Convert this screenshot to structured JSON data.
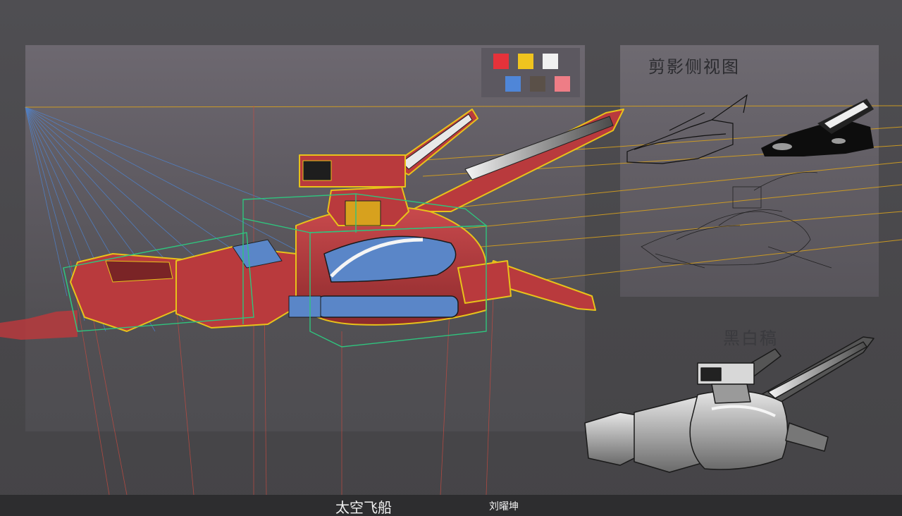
{
  "labels": {
    "silhouette_side_view": "剪影侧视图",
    "black_white_draft": "黑白稿"
  },
  "footer": {
    "title": "太空飞船",
    "author": "刘曜坤"
  },
  "palette": {
    "swatches": [
      "#e5323a",
      "#f0c41e",
      "#f1f1f1",
      "#4f86d8",
      "#5a5048",
      "#ee7d86"
    ]
  },
  "colors": {
    "ship_red": "#b93a3d",
    "ship_dark": "#7a2426",
    "outline_yellow": "#e8c21a",
    "guide_green": "#2fc47e",
    "perspective_blue": "#4d86d6",
    "guide_orange": "#d7a11e",
    "guide_red": "#c84a40",
    "canopy_blue": "#5a86c8"
  }
}
